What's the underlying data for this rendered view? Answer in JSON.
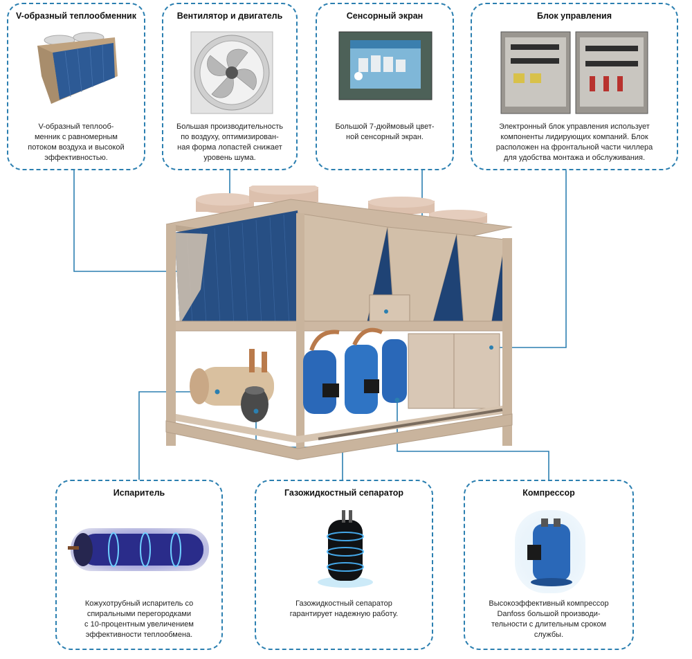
{
  "components": {
    "condenser": {
      "title": "V-образный теплообменник",
      "desc": [
        "V-образный теплооб-",
        "менник с равномерным",
        "потоком воздуха и высокой",
        "эффективностью."
      ]
    },
    "fan": {
      "title": "Вентилятор и двигатель",
      "desc": [
        "Большая производительность",
        "по воздуху, оптимизирован-",
        "ная форма лопастей снижает",
        "уровень шума."
      ]
    },
    "touchscreen": {
      "title": "Сенсорный экран",
      "desc": [
        "Большой 7-дюймовый цвет-",
        "ной сенсорный экран."
      ]
    },
    "control": {
      "title": "Блок управления",
      "desc": [
        "Электронный блок управления использует",
        "компоненты лидирующих компаний. Блок",
        "расположен на фронтальной части чиллера",
        "для удобства монтажа и обслуживания."
      ]
    },
    "evaporator": {
      "title": "Испаритель",
      "desc": [
        "Кожухотрубный испаритель со",
        "спиральными перегородками",
        "с 10-процентным увеличением",
        "эффективности теплообмена."
      ]
    },
    "separator": {
      "title": "Газожидкостный сепаратор",
      "desc": [
        "Газожидкостный сепаратор",
        "гарантирует надежную работу."
      ]
    },
    "compressor": {
      "title": "Компрессор",
      "desc": [
        "Высокоэффективный компрессор",
        "Danfoss большой производи-",
        "тельности с длительным сроком",
        "службы."
      ]
    }
  },
  "colors": {
    "accent": "#2b7fb0",
    "frame": "#d6c4b0",
    "coil": "#274f84",
    "compressor": "#2a68b8"
  }
}
